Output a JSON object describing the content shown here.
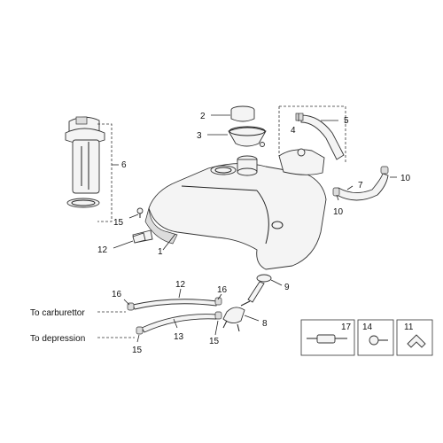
{
  "callouts": {
    "c1": "1",
    "c2": "2",
    "c3": "3",
    "c4": "4",
    "c5": "5",
    "c6": "6",
    "c7": "7",
    "c8": "8",
    "c9": "9",
    "c10a": "10",
    "c10b": "10",
    "c11": "11",
    "c12a": "12",
    "c12b": "12",
    "c13": "13",
    "c14": "14",
    "c15a": "15",
    "c15b": "15",
    "c15c": "15",
    "c16a": "16",
    "c16b": "16",
    "c17": "17"
  },
  "labels": {
    "carburettor": "To carburettor",
    "depression": "To depression"
  }
}
